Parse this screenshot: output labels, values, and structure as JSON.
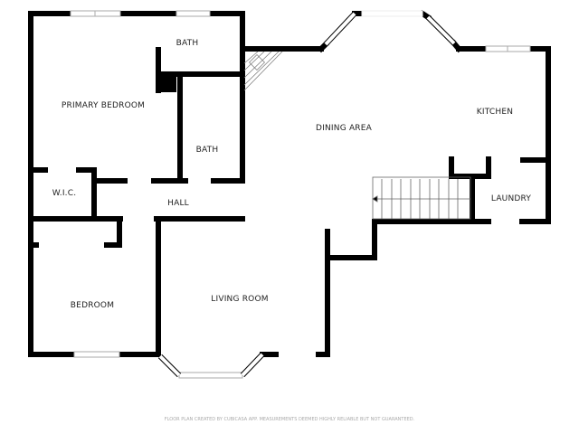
{
  "rooms": {
    "primary_bedroom": "PRIMARY BEDROOM",
    "bath_upper": "BATH",
    "bath_lower": "BATH",
    "wic": "W.I.C.",
    "hall": "HALL",
    "bedroom": "BEDROOM",
    "living_room": "LIVING ROOM",
    "dining_area": "DINING AREA",
    "kitchen": "KITCHEN",
    "laundry": "LAUNDRY"
  },
  "footer": "FLOOR PLAN CREATED BY CUBICASA APP. MEASUREMENTS DEEMED HIGHLY RELIABLE BUT NOT GUARANTEED.",
  "colors": {
    "wall": "#000000",
    "window": "#cccccc",
    "text": "#222222"
  }
}
